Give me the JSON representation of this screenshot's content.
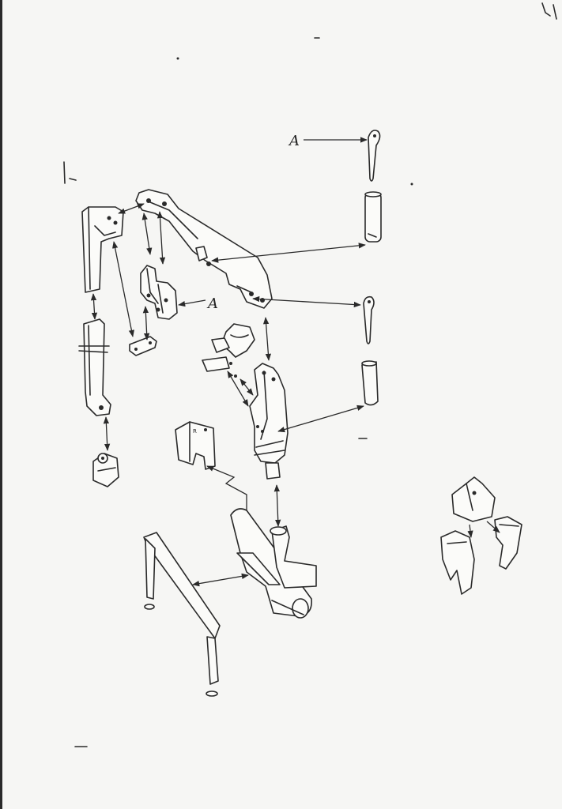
{
  "labels": {
    "callout_top": "A",
    "callout_mid": "A"
  },
  "part_marks": {
    "pedestal_mark": "R"
  },
  "colors": {
    "paper": "#f6f6f4",
    "ink": "#2a2a2a"
  }
}
